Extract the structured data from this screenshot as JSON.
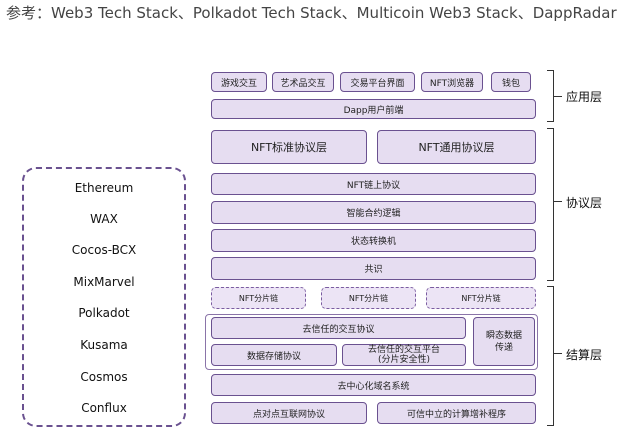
{
  "source_text": "参考：Web3 Tech Stack、Polkadot Tech Stack、Multicoin Web3 Stack、DappRadar",
  "app_layer": {
    "label": "应用层",
    "items": [
      "游戏交互",
      "艺术品交互",
      "交易平台界面",
      "NFT浏览器",
      "钱包"
    ],
    "frontend": "Dapp用户前端"
  },
  "protocol_layer": {
    "label": "协议层",
    "standards": [
      "NFT标准协议层",
      "NFT通用协议层"
    ],
    "rows": [
      "NFT链上协议",
      "智能合约逻辑",
      "状态转换机",
      "共识"
    ]
  },
  "settlement_layer": {
    "label": "结算层",
    "shards": [
      "NFT分片链",
      "NFT分片链",
      "NFT分片链"
    ],
    "trustless_interaction": "去信任的交互协议",
    "data_storage": "数据存储协议",
    "trustless_platform": [
      "去信任的交互平台",
      "(分片安全性)"
    ],
    "transient_data": [
      "瞬态数据",
      "传递"
    ],
    "dns": "去中心化域名系统",
    "bottom_left": "点对点互联网协议",
    "bottom_right": "可信中立的计算增补程序"
  },
  "chains": [
    "Ethereum",
    "WAX",
    "Cocos-BCX",
    "MixMarvel",
    "Polkadot",
    "Kusama",
    "Cosmos",
    "Conflux"
  ]
}
